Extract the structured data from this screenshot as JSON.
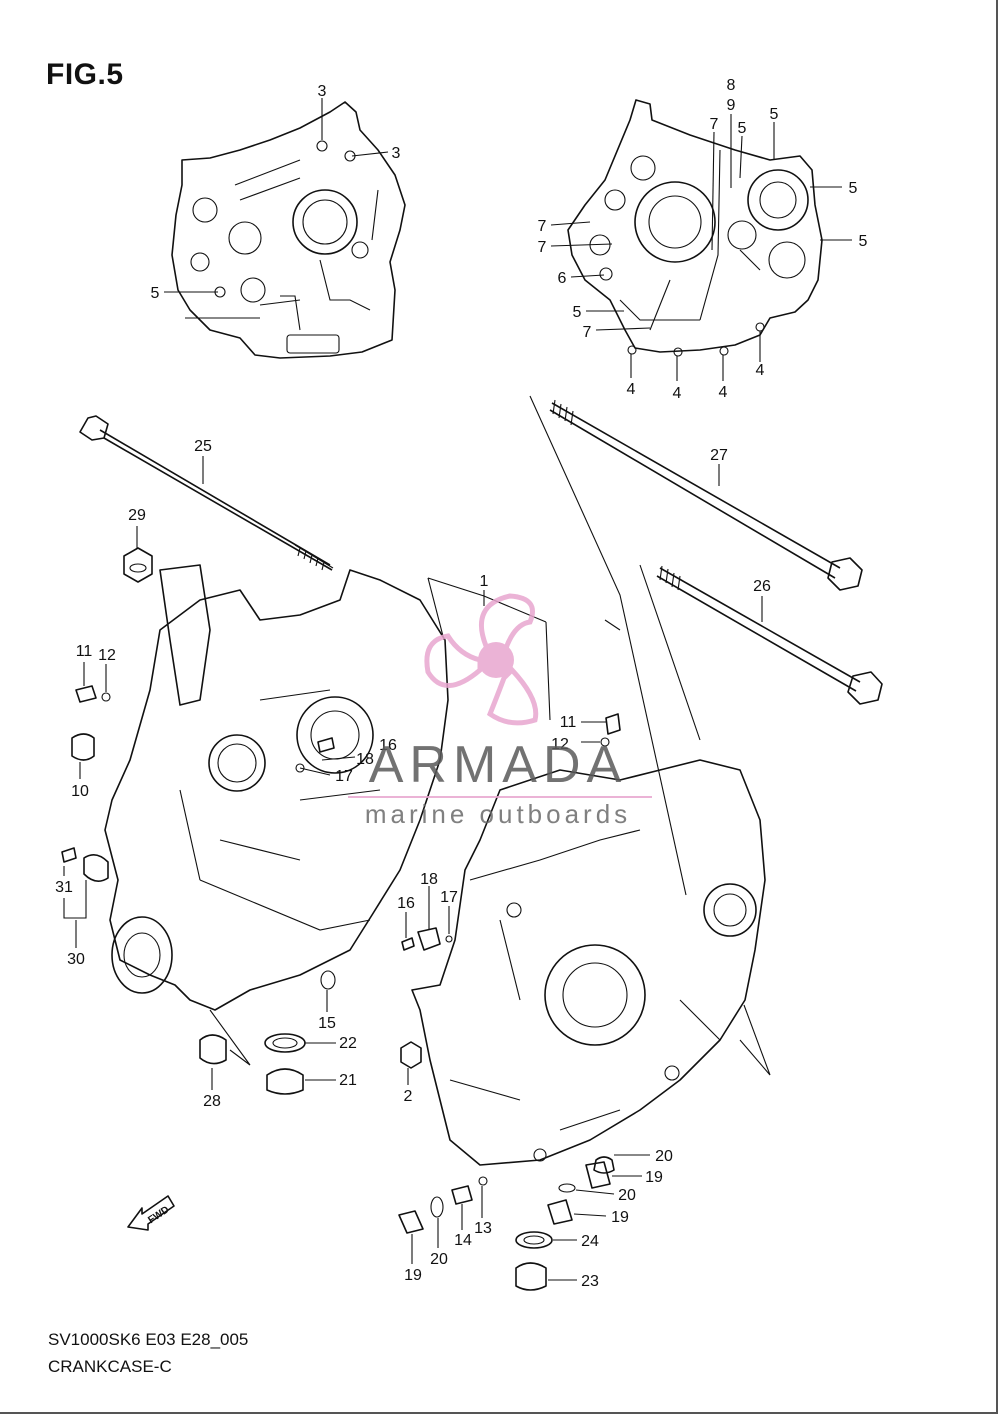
{
  "figure": {
    "title": "FIG.5"
  },
  "footer": {
    "code": "SV1000SK6 E03 E28_005",
    "section": "CRANKCASE-C"
  },
  "watermark": {
    "name": "ARMADA",
    "tagline": "marine outboards",
    "logo_color": "#e8a6cf",
    "text_color": "#5a5a5a"
  },
  "fwd_arrow": {
    "label": "FWD"
  },
  "callouts": [
    {
      "id": "c3a",
      "label": "3"
    },
    {
      "id": "c3b",
      "label": "3"
    },
    {
      "id": "c5a",
      "label": "5"
    },
    {
      "id": "c8",
      "label": "8"
    },
    {
      "id": "c9",
      "label": "9"
    },
    {
      "id": "c7a",
      "label": "7"
    },
    {
      "id": "c5b",
      "label": "5"
    },
    {
      "id": "c5c",
      "label": "5"
    },
    {
      "id": "c5d",
      "label": "5"
    },
    {
      "id": "c5e",
      "label": "5"
    },
    {
      "id": "c7b",
      "label": "7"
    },
    {
      "id": "c7c",
      "label": "7"
    },
    {
      "id": "c6",
      "label": "6"
    },
    {
      "id": "c5f",
      "label": "5"
    },
    {
      "id": "c7d",
      "label": "7"
    },
    {
      "id": "c4a",
      "label": "4"
    },
    {
      "id": "c4b",
      "label": "4"
    },
    {
      "id": "c4c",
      "label": "4"
    },
    {
      "id": "c4d",
      "label": "4"
    },
    {
      "id": "c25",
      "label": "25"
    },
    {
      "id": "c27",
      "label": "27"
    },
    {
      "id": "c29",
      "label": "29"
    },
    {
      "id": "c1",
      "label": "1"
    },
    {
      "id": "c26",
      "label": "26"
    },
    {
      "id": "c11a",
      "label": "11"
    },
    {
      "id": "c12a",
      "label": "12"
    },
    {
      "id": "c11b",
      "label": "11"
    },
    {
      "id": "c12b",
      "label": "12"
    },
    {
      "id": "c16a",
      "label": "16"
    },
    {
      "id": "c18a",
      "label": "18"
    },
    {
      "id": "c17a",
      "label": "17"
    },
    {
      "id": "c10",
      "label": "10"
    },
    {
      "id": "c31",
      "label": "31"
    },
    {
      "id": "c30",
      "label": "30"
    },
    {
      "id": "c18b",
      "label": "18"
    },
    {
      "id": "c16b",
      "label": "16"
    },
    {
      "id": "c17b",
      "label": "17"
    },
    {
      "id": "c15",
      "label": "15"
    },
    {
      "id": "c22",
      "label": "22"
    },
    {
      "id": "c21",
      "label": "21"
    },
    {
      "id": "c28",
      "label": "28"
    },
    {
      "id": "c2",
      "label": "2"
    },
    {
      "id": "c20a",
      "label": "20"
    },
    {
      "id": "c19a",
      "label": "19"
    },
    {
      "id": "c20b",
      "label": "20"
    },
    {
      "id": "c19b",
      "label": "19"
    },
    {
      "id": "c13",
      "label": "13"
    },
    {
      "id": "c14",
      "label": "14"
    },
    {
      "id": "c20c",
      "label": "20"
    },
    {
      "id": "c19c",
      "label": "19"
    },
    {
      "id": "c24",
      "label": "24"
    },
    {
      "id": "c23",
      "label": "23"
    }
  ]
}
